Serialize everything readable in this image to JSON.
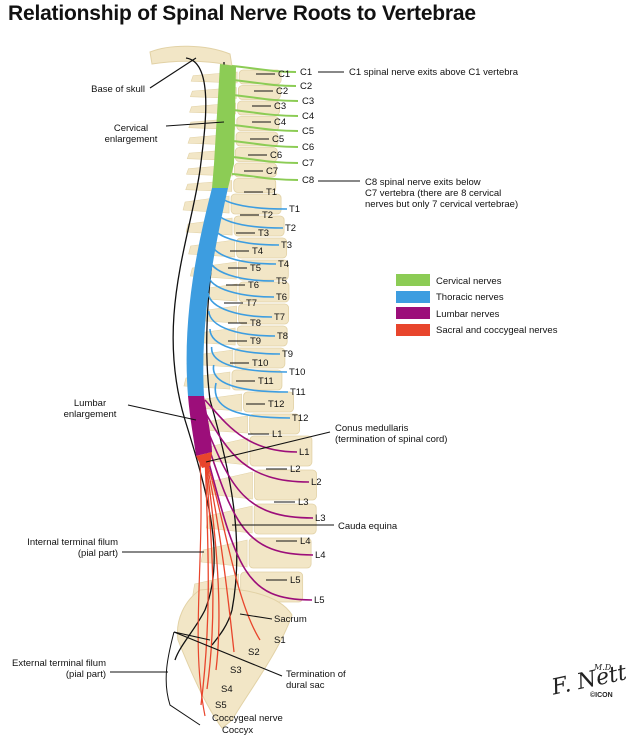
{
  "title": "Relationship of Spinal Nerve Roots to Vertebrae",
  "colors": {
    "cervical": "#8ccc55",
    "thoracic": "#3d9de0",
    "lumbar": "#9c0e7a",
    "sacral": "#e8452c",
    "bone": "#f2e6c6",
    "bone_edge": "#e2d2a6"
  },
  "nerves": {
    "cervical": [
      "C1",
      "C2",
      "C3",
      "C4",
      "C5",
      "C6",
      "C7",
      "C8"
    ],
    "thoracic": [
      "T1",
      "T2",
      "T3",
      "T4",
      "T5",
      "T6",
      "T7",
      "T8",
      "T9",
      "T10",
      "T11",
      "T12"
    ],
    "lumbar": [
      "L1",
      "L2",
      "L3",
      "L4",
      "L5"
    ],
    "sacral": [
      "S1",
      "S2",
      "S3",
      "S4",
      "S5"
    ]
  },
  "vertebrae": {
    "cervical": [
      "C1",
      "C2",
      "C3",
      "C4",
      "C5",
      "C6",
      "C7"
    ],
    "thoracic": [
      "T1",
      "T2",
      "T3",
      "T4",
      "T5",
      "T6",
      "T7",
      "T8",
      "T9",
      "T10",
      "T11",
      "T12"
    ],
    "lumbar": [
      "L1",
      "L2",
      "L3",
      "L4",
      "L5"
    ]
  },
  "vertebra_labels": {
    "sacrum": "Sacrum",
    "coccygeal_nerve": "Coccygeal nerve",
    "coccyx": "Coccyx"
  },
  "annotations": {
    "base_of_skull": "Base of skull",
    "cervical_enlargement": [
      "Cervical",
      "enlargement"
    ],
    "c1_exit": "C1 spinal nerve exits above C1 vertebra",
    "c8_exit": [
      "C8 spinal nerve exits below",
      "C7 vertebra (there are 8 cervical",
      "nerves but only 7 cervical vertebrae)"
    ],
    "lumbar_enlargement": [
      "Lumbar",
      "enlargement"
    ],
    "conus_medullaris": [
      "Conus medullaris",
      "(termination of spinal cord)"
    ],
    "cauda_equina": "Cauda equina",
    "internal_filum": [
      "Internal terminal filum",
      "(pial part)"
    ],
    "external_filum": [
      "External terminal filum",
      "(pial part)"
    ],
    "dural_sac": [
      "Termination of",
      "dural sac"
    ]
  },
  "legend": [
    {
      "label": "Cervical nerves",
      "color": "#8ccc55"
    },
    {
      "label": "Thoracic nerves",
      "color": "#3d9de0"
    },
    {
      "label": "Lumbar nerves",
      "color": "#9c0e7a"
    },
    {
      "label": "Sacral and coccygeal nerves",
      "color": "#e8452c"
    }
  ],
  "signature": {
    "name": "F. Netter",
    "suffix": "M.D.",
    "mark": "©ICON"
  }
}
